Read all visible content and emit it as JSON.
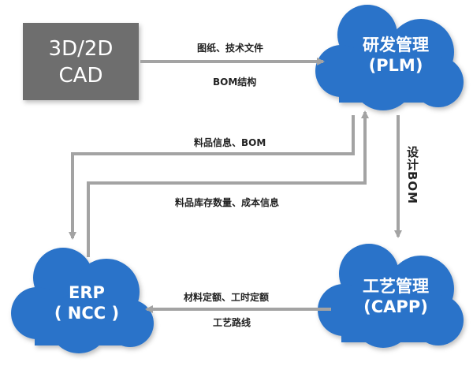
{
  "nodes": {
    "cad": {
      "line1": "3D/2D",
      "line2": "CAD"
    },
    "plm": {
      "line1": "研发管理",
      "line2": "(PLM)"
    },
    "capp": {
      "line1": "工艺管理",
      "line2": "(CAPP)"
    },
    "erp": {
      "line1": "ERP",
      "line2": "( NCC )"
    }
  },
  "edges": {
    "cad_plm_top": "图纸、技术文件",
    "cad_plm_bottom": "BOM结构",
    "plm_erp": "料品信息、BOM",
    "erp_plm": "料品库存数量、成本信息",
    "plm_capp": "设计BOM",
    "capp_erp_top": "材料定额、工时定额",
    "capp_erp_bottom": "工艺路线"
  },
  "colors": {
    "cloud": "#2a73c9",
    "cad_box": "#6e6e6e",
    "arrow": "#a3a3a3"
  }
}
